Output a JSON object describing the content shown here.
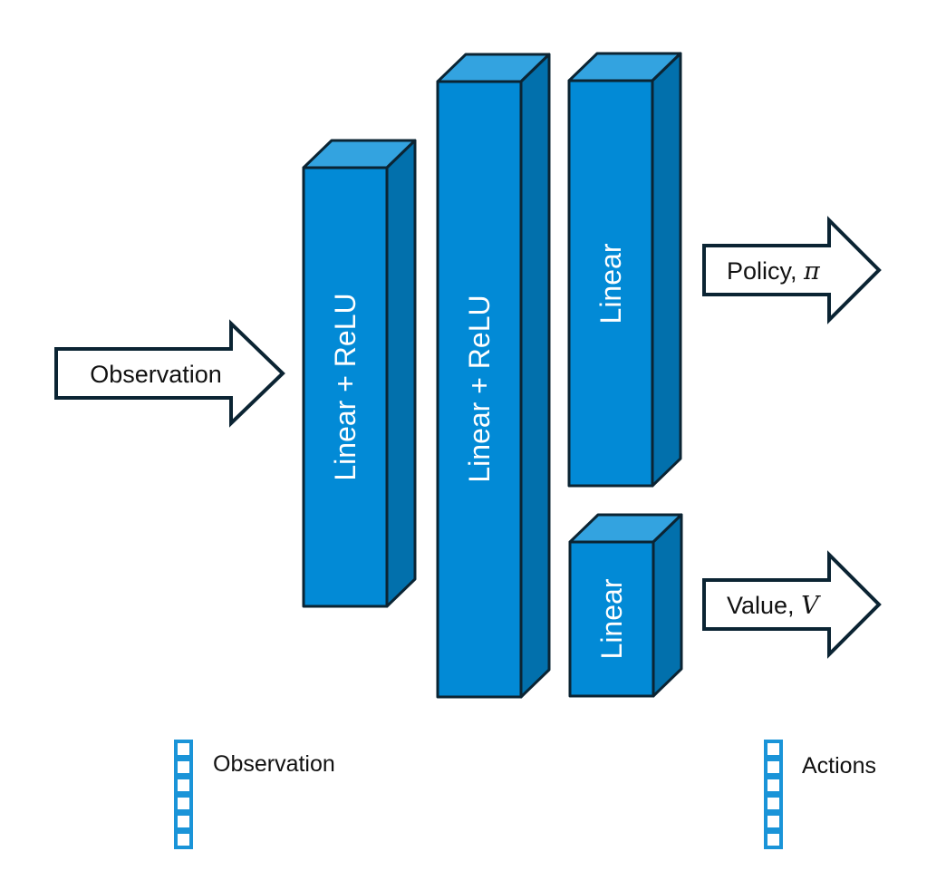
{
  "colors": {
    "front": "#028ad6",
    "top": "#33a3e0",
    "side": "#0270ac",
    "outline": "#0b2433",
    "vector": "#1a94d8",
    "arrow_fill": "#ffffff"
  },
  "layers": [
    {
      "label": "Linear + ReLU"
    },
    {
      "label": "Linear + ReLU"
    },
    {
      "label": "Linear"
    },
    {
      "label": "Linear"
    }
  ],
  "arrows": {
    "input": {
      "label": "Observation"
    },
    "policy": {
      "label": "Policy, ",
      "symbol": "π"
    },
    "value": {
      "label": "Value, ",
      "symbol": "V"
    }
  },
  "legend": {
    "observation": {
      "label": "Observation",
      "cells": 6
    },
    "actions": {
      "label": "Actions",
      "cells": 6
    }
  }
}
